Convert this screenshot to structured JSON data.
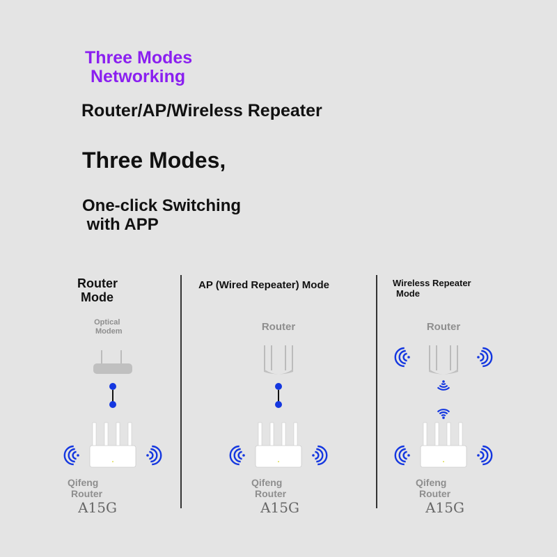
{
  "header": {
    "title_line1": "Three Modes",
    "title_line2": "Networking",
    "subtitle": "Router/AP/Wireless Repeater",
    "headline": "Three Modes,",
    "tagline_line1": "One-click Switching",
    "tagline_line2": " with APP"
  },
  "panels": [
    {
      "title_line1": "Router",
      "title_line2": "Mode",
      "upstream_line1": "Optical",
      "upstream_line2": "Modem",
      "device_line1": "Qifeng",
      "device_line2": "Router",
      "model": "A15G"
    },
    {
      "title": "AP (Wired Repeater) Mode",
      "upstream": "Router",
      "device_line1": "Qifeng",
      "device_line2": "Router",
      "model": "A15G"
    },
    {
      "title_line1": "Wireless Repeater",
      "title_line2": "Mode",
      "upstream": "Router",
      "device_line1": "Qifeng",
      "device_line2": "Router",
      "model": "A15G"
    }
  ],
  "colors": {
    "accent": "#8a1ff0",
    "wifi": "#1437e0",
    "background": "#e4e4e4"
  }
}
